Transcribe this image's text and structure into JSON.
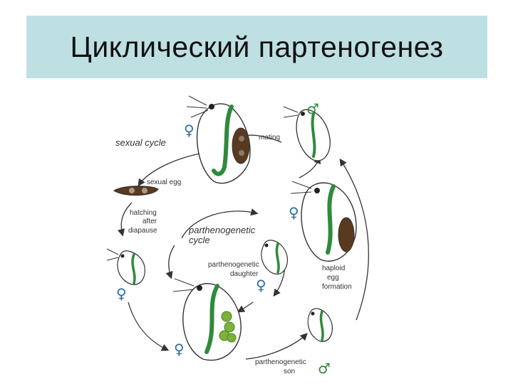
{
  "title": "Циклический партеногенез",
  "colors": {
    "header_bg": "#bfe0e3",
    "gut": "#2e8b3a",
    "egg_dark": "#5a3a1e",
    "egg_green": "#7bb33a",
    "female": "#2b6ea0",
    "male": "#2e8b3a"
  },
  "labels": {
    "sexual_cycle": "sexual cycle",
    "parthenogenetic_cycle_1": "parthenogenetic",
    "parthenogenetic_cycle_2": "cycle",
    "mating": "mating",
    "sexual_egg": "sexual egg",
    "hatching_1": "hatching",
    "hatching_2": "after",
    "hatching_3": "diapause",
    "parth_daughter_1": "parthenogenetic",
    "parth_daughter_2": "daughter",
    "haploid_1": "haploid",
    "haploid_2": "egg",
    "haploid_3": "formation",
    "parth_son_1": "parthenogenetic",
    "parth_son_2": "son"
  },
  "symbols": {
    "female": "♀",
    "male": "♂"
  },
  "icons": {
    "female": "female-symbol-icon",
    "male": "male-symbol-icon"
  }
}
